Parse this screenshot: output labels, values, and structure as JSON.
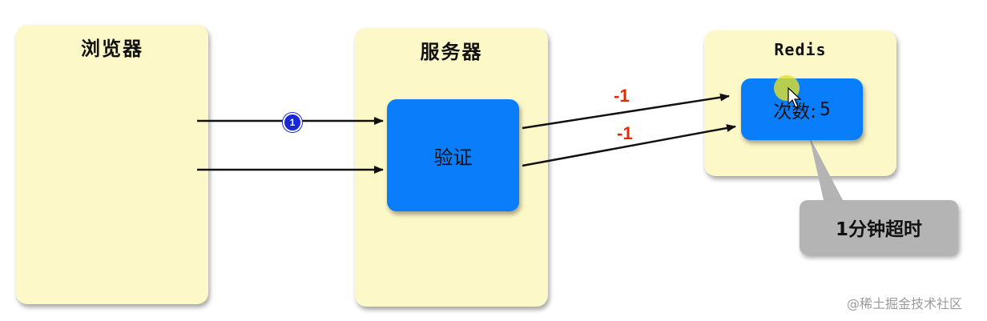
{
  "nodes": {
    "browser": {
      "title": "浏览器"
    },
    "server": {
      "title": "服务器",
      "verify_label": "验证"
    },
    "redis": {
      "title": "Redis",
      "count_label": "次数:",
      "count_value": "5"
    }
  },
  "arrows": {
    "label_upper": "-1",
    "label_lower": "-1"
  },
  "step_badge": "1",
  "callout": {
    "text": "1分钟超时"
  },
  "watermark": "@稀土掘金技术社区",
  "colors": {
    "panel_fill": "#fdf8c8",
    "box_blue": "#0a7dfa",
    "callout_gray": "#b4b4b4",
    "arrow_label_red": "#e02a00",
    "badge_blue": "#1a27d8"
  }
}
